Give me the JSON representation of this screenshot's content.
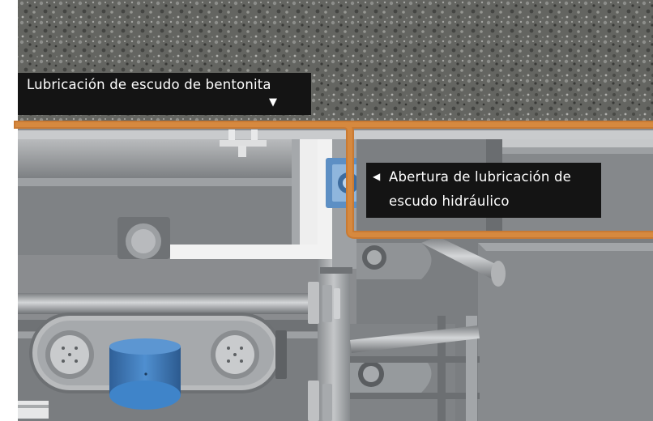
{
  "callouts": {
    "bentonite": {
      "label": "Lubricación de escudo de bentonita",
      "arrow": "▼"
    },
    "hydraulic": {
      "arrow": "◀",
      "line1": "Abertura de lubricación de",
      "line2": "escudo hidráulico"
    }
  },
  "colors": {
    "lubrication_line": "#d6893f",
    "callout_background": "#141414",
    "callout_text": "#ffffff",
    "steel": "#8f9193",
    "motor_blue": "#3f7fbf",
    "rock": "#6f706c"
  }
}
